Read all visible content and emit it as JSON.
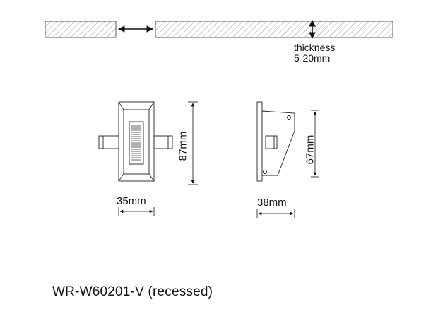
{
  "wall": {
    "thickness_label": "thickness",
    "thickness_range": "5-20mm"
  },
  "front_view": {
    "width_label": "35mm",
    "height_label": "87mm"
  },
  "side_view": {
    "depth_label": "38mm",
    "height_label": "67mm"
  },
  "model": {
    "caption": "WR-W60201-V (recessed)"
  }
}
